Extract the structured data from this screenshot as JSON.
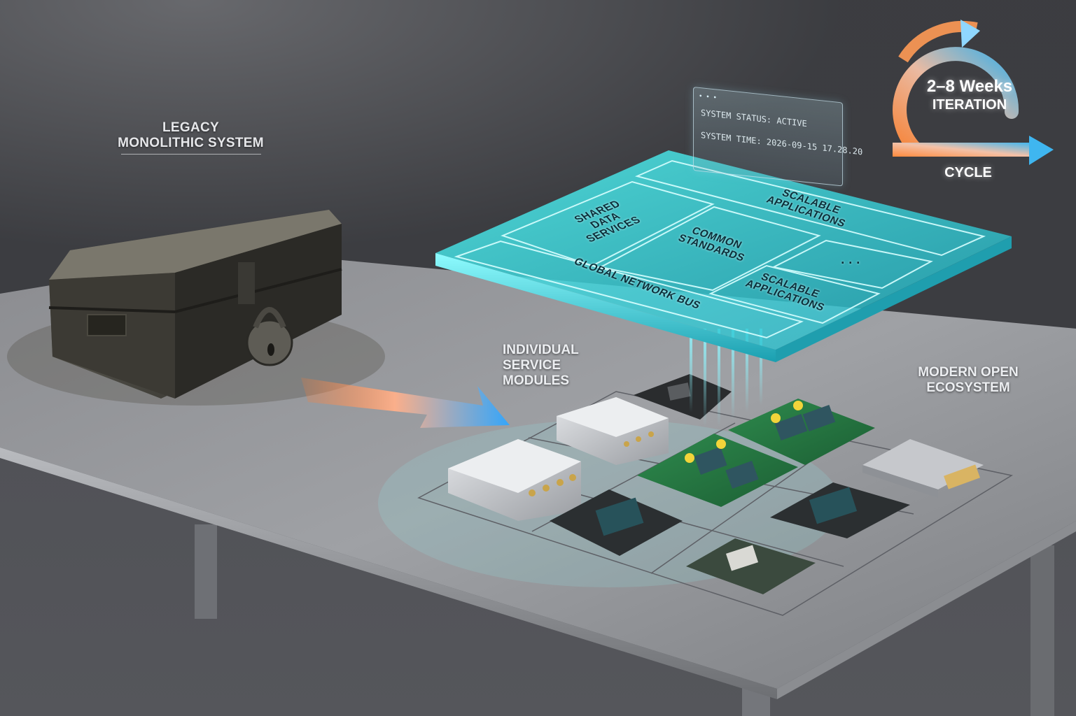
{
  "labels": {
    "legacy_line1": "LEGACY",
    "legacy_line2": "MONOLITHIC SYSTEM",
    "service_line1": "INDIVIDUAL",
    "service_line2": "SERVICE",
    "service_line3": "MODULES",
    "modern_line1": "MODERN OPEN",
    "modern_line2": "ECOSYSTEM"
  },
  "status_panel": {
    "dots": "• • •",
    "status_line": "SYSTEM STATUS: ACTIVE",
    "time_line": "SYSTEM TIME: 2026-09-15 17.28.20"
  },
  "platform": {
    "shared": [
      "SHARED",
      "DATA",
      "SERVICES"
    ],
    "scalable_top": [
      "SCALABLE",
      "APPLICATIONS"
    ],
    "common": [
      "COMMON",
      "STANDARDS"
    ],
    "ellipsis": ". . .",
    "bus": "GLOBAL NETWORK BUS",
    "scalable_bottom": [
      "SCALABLE",
      "APPLICATIONS"
    ]
  },
  "cycle": {
    "duration": "2–8 Weeks",
    "iteration": "ITERATION",
    "label": "CYCLE",
    "colors": {
      "warm": "#ff8a3d",
      "cool": "#3fb6f0"
    }
  },
  "colors": {
    "holo": "#3ee6e6",
    "arrow_warm": "#ff7a2e",
    "arrow_cool": "#2fa6ff"
  }
}
